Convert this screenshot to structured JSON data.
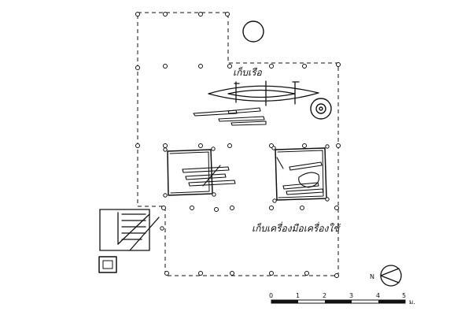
{
  "labels": {
    "storage_boat": "เก็บเรือ",
    "storage_tools": "เก็บเครื่องมือเครื่องใช้"
  },
  "north_arrow": {
    "letter": "N"
  },
  "scale_bar": {
    "ticks": [
      "0",
      "1",
      "2",
      "3",
      "4",
      "5"
    ],
    "unit": "ม."
  }
}
